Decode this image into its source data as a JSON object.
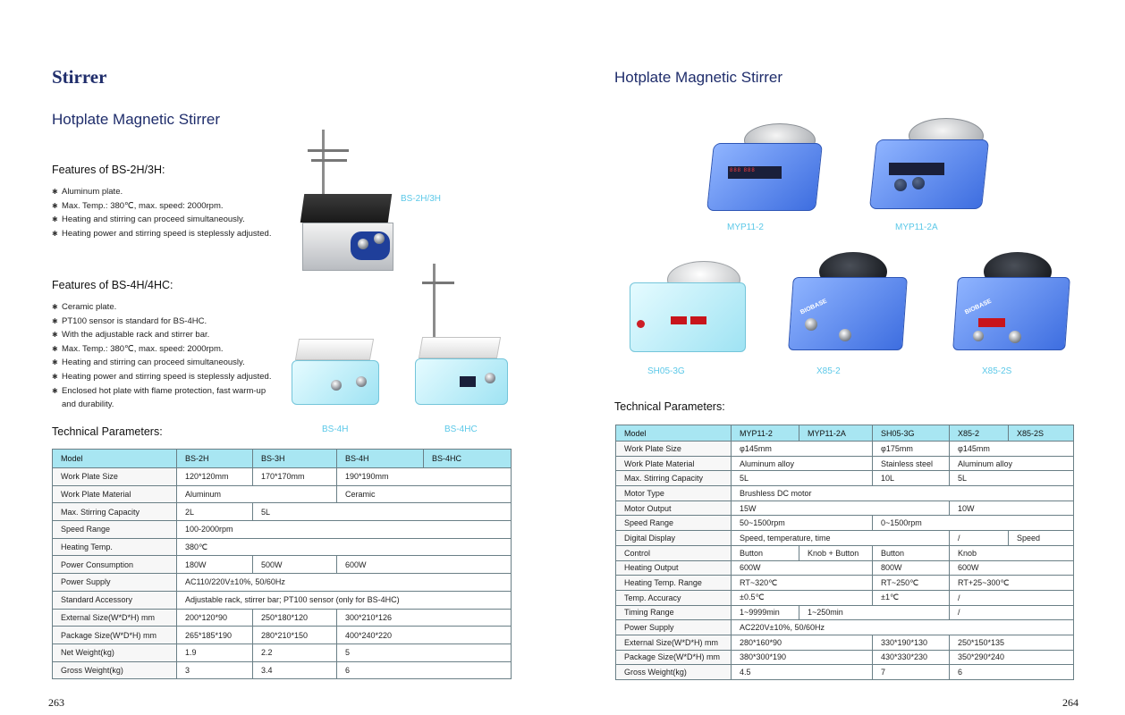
{
  "left": {
    "section_title": "Stirrer",
    "product_title": "Hotplate Magnetic Stirrer",
    "features_a": {
      "heading": "Features of BS-2H/3H:",
      "items": [
        "Aluminum plate.",
        "Max. Temp.: 380℃, max. speed: 2000rpm.",
        "Heating and stirring can proceed simultaneously.",
        "Heating power and stirring speed is steplessly adjusted."
      ]
    },
    "features_b": {
      "heading": "Features of BS-4H/4HC:",
      "items": [
        "Ceramic plate.",
        "PT100 sensor is standard for BS-4HC.",
        "With the adjustable rack and stirrer bar.",
        "Max. Temp.: 380℃, max. speed: 2000rpm.",
        "Heating and stirring can proceed simultaneously.",
        "Heating power and stirring speed is steplessly adjusted.",
        "Enclosed hot plate with flame protection, fast warm-up and durability."
      ]
    },
    "captions": {
      "bs2h3h": "BS-2H/3H",
      "bs4h": "BS-4H",
      "bs4hc": "BS-4HC"
    },
    "tech_title": "Technical Parameters:",
    "table": {
      "header": [
        "Model",
        "BS-2H",
        "BS-3H",
        "BS-4H",
        "BS-4HC"
      ],
      "rows": [
        [
          "Work Plate Size",
          "120*120mm",
          "170*170mm",
          "190*190mm"
        ],
        [
          "Work Plate Material",
          "Aluminum",
          "Ceramic"
        ],
        [
          "Max. Stirring Capacity",
          "2L",
          "5L"
        ],
        [
          "Speed Range",
          "100-2000rpm"
        ],
        [
          "Heating Temp.",
          "380℃"
        ],
        [
          "Power Consumption",
          "180W",
          "500W",
          "600W"
        ],
        [
          "Power Supply",
          "AC110/220V±10%, 50/60Hz"
        ],
        [
          "Standard Accessory",
          "Adjustable rack, stirrer bar; PT100 sensor (only for BS-4HC)"
        ],
        [
          "External Size(W*D*H) mm",
          "200*120*90",
          "250*180*120",
          "300*210*126"
        ],
        [
          "Package Size(W*D*H) mm",
          "265*185*190",
          "280*210*150",
          "400*240*220"
        ],
        [
          "Net Weight(kg)",
          "1.9",
          "2.2",
          "5"
        ],
        [
          "Gross Weight(kg)",
          "3",
          "3.4",
          "6"
        ]
      ]
    },
    "page_number": "263"
  },
  "right": {
    "product_title": "Hotplate Magnetic Stirrer",
    "captions": {
      "myp112": "MYP11-2",
      "myp112a": "MYP11-2A",
      "sh053g": "SH05-3G",
      "x852": "X85-2",
      "x852s": "X85-2S"
    },
    "brand": "BIOBASE",
    "tech_title": "Technical Parameters:",
    "table": {
      "header": [
        "Model",
        "MYP11-2",
        "MYP11-2A",
        "SH05-3G",
        "X85-2",
        "X85-2S"
      ],
      "rows": [
        [
          "Work Plate Size",
          "φ145mm",
          "φ175mm",
          "φ145mm"
        ],
        [
          "Work Plate Material",
          "Aluminum alloy",
          "Stainless steel",
          "Aluminum alloy"
        ],
        [
          "Max. Stirring Capacity",
          "5L",
          "10L",
          "5L"
        ],
        [
          "Motor Type",
          "Brushless DC motor"
        ],
        [
          "Motor Output",
          "15W",
          "10W"
        ],
        [
          "Speed Range",
          "50~1500rpm",
          "0~1500rpm"
        ],
        [
          "Digital Display",
          "Speed, temperature, time",
          "/",
          "Speed"
        ],
        [
          "Control",
          "Button",
          "Knob + Button",
          "Button",
          "Knob"
        ],
        [
          "Heating Output",
          "600W",
          "800W",
          "600W"
        ],
        [
          "Heating Temp. Range",
          "RT~320℃",
          "RT~250℃",
          "RT+25~300℃"
        ],
        [
          "Temp. Accuracy",
          "±0.5℃",
          "±1℃",
          "/"
        ],
        [
          "Timing Range",
          "1~9999min",
          "1~250min",
          "/"
        ],
        [
          "Power Supply",
          "AC220V±10%, 50/60Hz"
        ],
        [
          "External Size(W*D*H) mm",
          "280*160*90",
          "330*190*130",
          "250*150*135"
        ],
        [
          "Package Size(W*D*H) mm",
          "380*300*190",
          "430*330*230",
          "350*290*240"
        ],
        [
          "Gross Weight(kg)",
          "4.5",
          "7",
          "6"
        ]
      ]
    },
    "page_number": "264"
  }
}
